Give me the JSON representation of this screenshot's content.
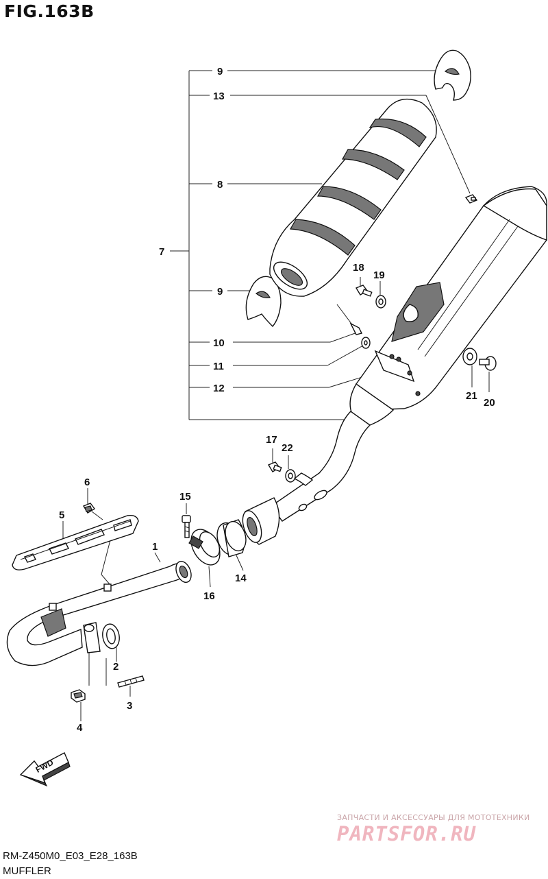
{
  "figure": {
    "title": "FIG.163B",
    "code": "RM-Z450M0_E03_E28_163B",
    "name": "MUFFLER"
  },
  "callouts": {
    "c1": "1",
    "c2": "2",
    "c3": "3",
    "c4": "4",
    "c5": "5",
    "c6": "6",
    "c7": "7",
    "c8": "8",
    "c9a": "9",
    "c9b": "9",
    "c10": "10",
    "c11": "11",
    "c12": "12",
    "c13": "13",
    "c14": "14",
    "c15": "15",
    "c16": "16",
    "c17": "17",
    "c18": "18",
    "c19": "19",
    "c20": "20",
    "c21": "21",
    "c22": "22"
  },
  "arrow": {
    "label": "FWD"
  },
  "watermark": {
    "tagline": "ЗАПЧАСТИ И АКСЕССУАРЫ ДЛЯ МОТОТЕХНИКИ",
    "brand": "PARTSFOR.RU"
  }
}
